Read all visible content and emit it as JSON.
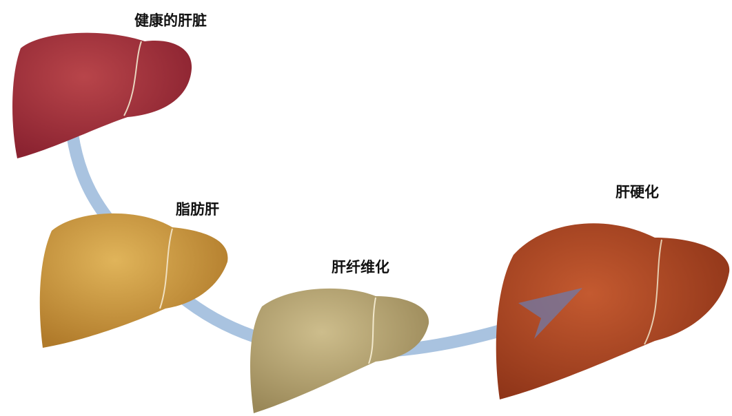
{
  "stages": [
    {
      "label": "健康的肝脏",
      "color": "#a3343a"
    },
    {
      "label": "脂肪肝",
      "color": "#d4a24a"
    },
    {
      "label": "肝纤维化",
      "color": "#bfae7c"
    },
    {
      "label": "肝硬化",
      "color": "#b24a26"
    }
  ],
  "path_color": "#a9c3e0",
  "arrow_color": "#6f7aa8"
}
